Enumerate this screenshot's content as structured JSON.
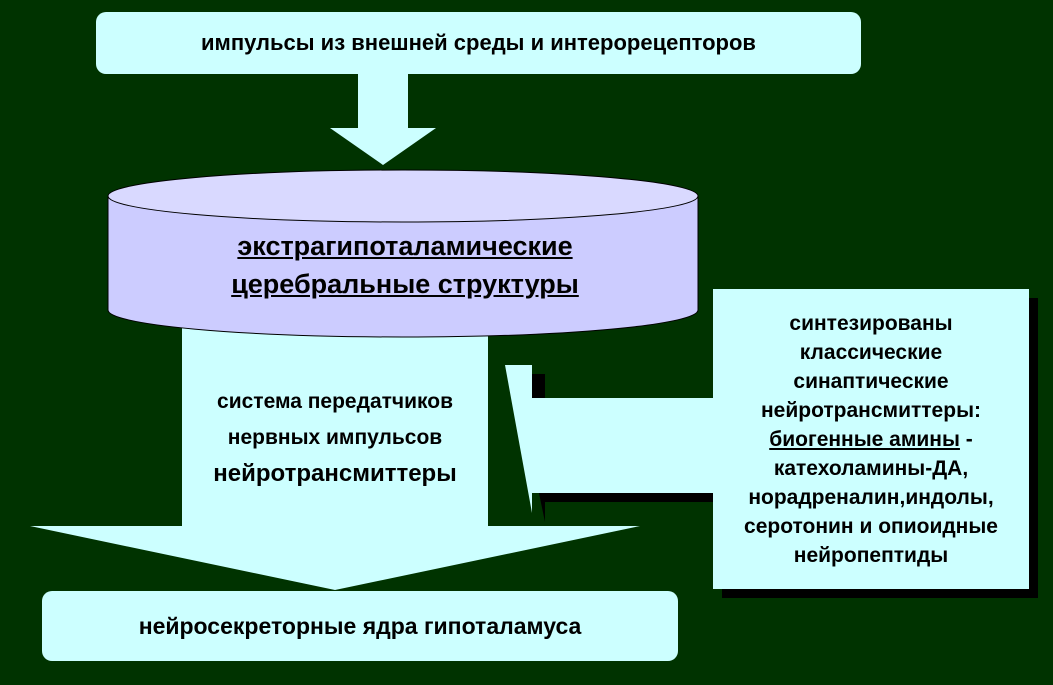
{
  "top_box": {
    "text": "импульсы из внешней среды и интерорецепторов"
  },
  "cylinder": {
    "line1": "экстрагипоталамические",
    "line2": "церебральные структуры"
  },
  "column": {
    "line1": "система передатчиков",
    "line2": "нервных импульсов",
    "line3": "нейротрансмиттеры"
  },
  "info_box": {
    "line1": "синтезированы",
    "line2": "классические",
    "line3": "синаптические",
    "line4": "нейротрансмиттеры:",
    "line5_underlined": "биогенные амины",
    "line5_rest": " -",
    "line6": "катехоламины-ДА,",
    "line7": "норадреналин,индолы,",
    "line8": "серотонин и опиоидные",
    "line9": "нейропептиды"
  },
  "bottom_box": {
    "text": "нейросекреторные ядра гипоталамуса"
  },
  "colors": {
    "background": "#003300",
    "box_fill": "#ccffff",
    "cylinder_fill": "#ccccff",
    "cylinder_top": "#d9d9ff",
    "outline": "#000000"
  }
}
